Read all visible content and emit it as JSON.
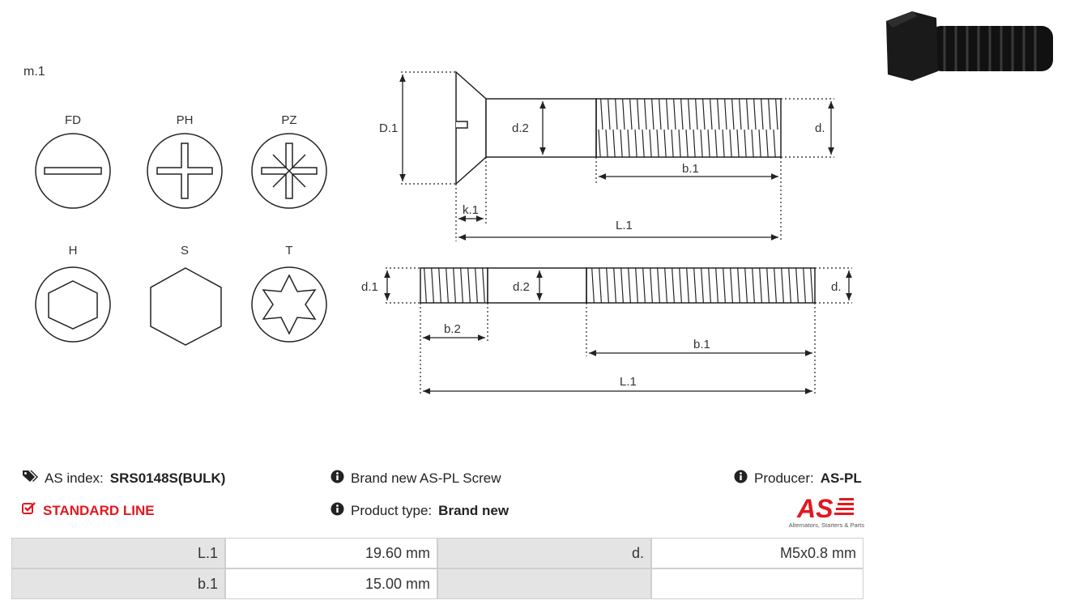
{
  "diagram": {
    "title": "m.1",
    "drive_types": [
      "FD",
      "PH",
      "PZ",
      "H",
      "S",
      "T"
    ],
    "dim_labels": {
      "D1": "D.1",
      "d2": "d.2",
      "d": "d.",
      "b1": "b.1",
      "k1": "k.1",
      "L1": "L.1",
      "d1": "d.1",
      "b2": "b.2"
    }
  },
  "info": {
    "as_index_label": "AS index:",
    "as_index_value": "SRS0148S(BULK)",
    "brand_text": "Brand new AS-PL Screw",
    "producer_label": "Producer:",
    "producer_value": "AS-PL",
    "line_label": "STANDARD LINE",
    "product_type_label": "Product type:",
    "product_type_value": "Brand new",
    "logo_text": "AS",
    "logo_tagline": "Alternators, Starters & Parts"
  },
  "specs": [
    {
      "k1": "L.1",
      "v1": "19.60 mm",
      "k2": "d.",
      "v2": "M5x0.8 mm"
    },
    {
      "k1": "b.1",
      "v1": "15.00 mm",
      "k2": "",
      "v2": ""
    }
  ],
  "colors": {
    "accent": "#e3181f",
    "table_key_bg": "#e4e4e4"
  },
  "icons": [
    "tags-icon",
    "info-icon",
    "check-square-icon",
    "product-photo"
  ]
}
